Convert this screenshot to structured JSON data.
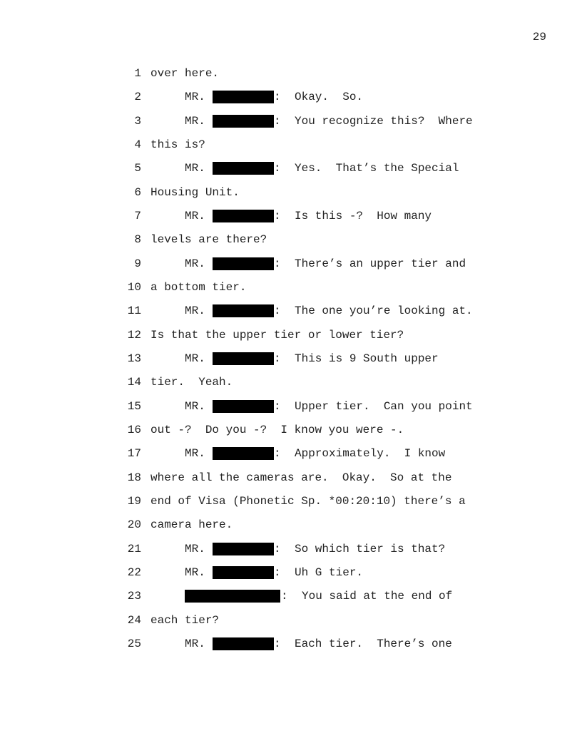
{
  "page_number": "29",
  "lines": [
    {
      "n": "1",
      "type": "cont",
      "text": "over here."
    },
    {
      "n": "2",
      "type": "speaker",
      "prefix": "MR.",
      "colon": ":",
      "text": "Okay.  So."
    },
    {
      "n": "3",
      "type": "speaker",
      "prefix": "MR.",
      "colon": ":",
      "text": "You recognize this?  Where"
    },
    {
      "n": "4",
      "type": "cont",
      "text": "this is?"
    },
    {
      "n": "5",
      "type": "speaker",
      "prefix": "MR.",
      "colon": ":",
      "text": "Yes.  That’s the Special"
    },
    {
      "n": "6",
      "type": "cont",
      "text": "Housing Unit."
    },
    {
      "n": "7",
      "type": "speaker",
      "prefix": "MR.",
      "colon": ":",
      "text": "Is this -?  How many"
    },
    {
      "n": "8",
      "type": "cont",
      "text": "levels are there?"
    },
    {
      "n": "9",
      "type": "speaker",
      "prefix": "MR.",
      "colon": ":",
      "text": "There’s an upper tier and"
    },
    {
      "n": "10",
      "type": "cont",
      "text": "a bottom tier."
    },
    {
      "n": "11",
      "type": "speaker",
      "prefix": "MR.",
      "colon": ":",
      "text": "The one you’re looking at."
    },
    {
      "n": "12",
      "type": "cont",
      "text": "Is that the upper tier or lower tier?"
    },
    {
      "n": "13",
      "type": "speaker",
      "prefix": "MR.",
      "colon": ":",
      "text": "This is 9 South upper"
    },
    {
      "n": "14",
      "type": "cont",
      "text": "tier.  Yeah."
    },
    {
      "n": "15",
      "type": "speaker",
      "prefix": "MR.",
      "colon": ":",
      "text": "Upper tier.  Can you point"
    },
    {
      "n": "16",
      "type": "cont",
      "text": "out -?  Do you -?  I know you were -."
    },
    {
      "n": "17",
      "type": "speaker",
      "prefix": "MR.",
      "colon": ":",
      "text": "Approximately.  I know"
    },
    {
      "n": "18",
      "type": "cont",
      "text": "where all the cameras are.  Okay.  So at the"
    },
    {
      "n": "19",
      "type": "cont",
      "text": "end of Visa (Phonetic Sp. *00:20:10) there’s a"
    },
    {
      "n": "20",
      "type": "cont",
      "text": "camera here."
    },
    {
      "n": "21",
      "type": "speaker",
      "prefix": "MR.",
      "colon": ":",
      "text": "So which tier is that?"
    },
    {
      "n": "22",
      "type": "speaker",
      "prefix": "MR.",
      "colon": ":",
      "text": "Uh G tier."
    },
    {
      "n": "23",
      "type": "speaker-full",
      "colon": ":",
      "text": "You said at the end of"
    },
    {
      "n": "24",
      "type": "cont",
      "text": "each tier?"
    },
    {
      "n": "25",
      "type": "speaker",
      "prefix": "MR.",
      "colon": ":",
      "text": "Each tier.  There’s one"
    }
  ]
}
